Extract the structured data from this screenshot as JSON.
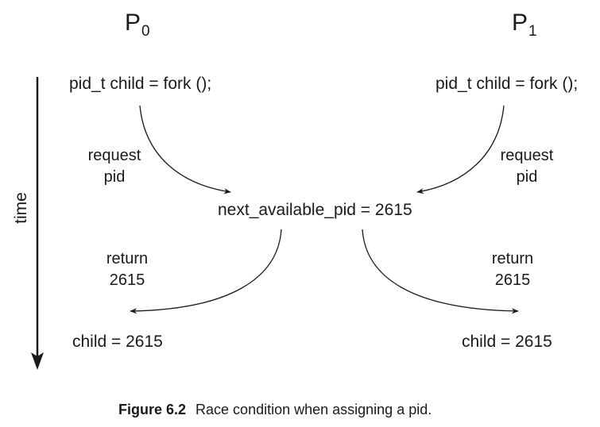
{
  "processes": {
    "p0": {
      "letter": "P",
      "subscript": "0"
    },
    "p1": {
      "letter": "P",
      "subscript": "1"
    }
  },
  "axis": {
    "label": "time"
  },
  "left": {
    "code": "pid_t child = fork ();",
    "request_line1": "request",
    "request_line2": "pid",
    "return_line1": "return",
    "return_line2": "2615",
    "result": "child = 2615"
  },
  "right": {
    "code": "pid_t child = fork ();",
    "request_line1": "request",
    "request_line2": "pid",
    "return_line1": "return",
    "return_line2": "2615",
    "result": "child = 2615"
  },
  "center": {
    "shared_state": "next_available_pid = 2615"
  },
  "caption": {
    "figure_number": "Figure 6.2",
    "text": "Race condition when assigning a pid."
  }
}
